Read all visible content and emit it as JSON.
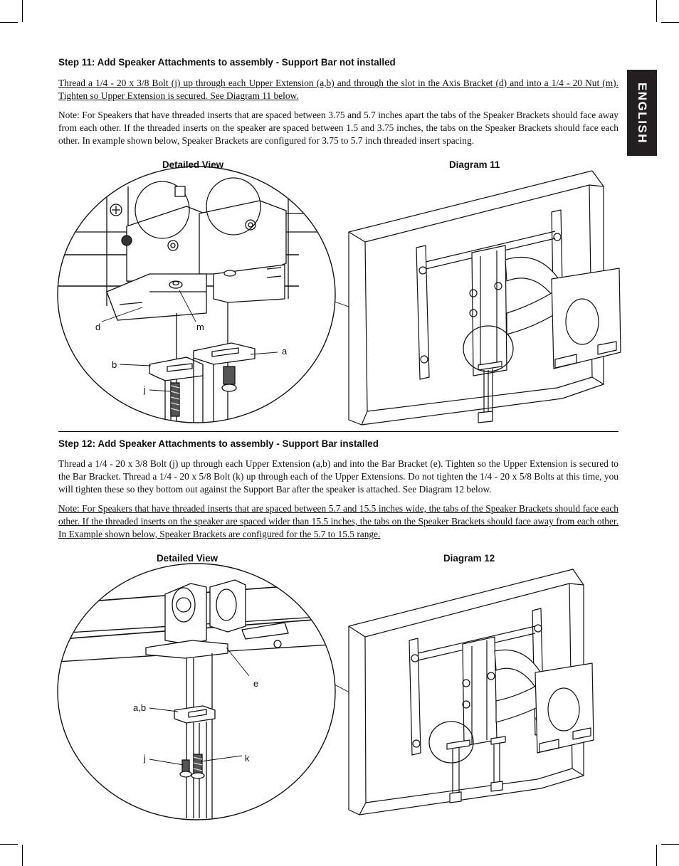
{
  "side_tab": {
    "label": "ENGLISH"
  },
  "step11": {
    "heading": "Step 11: Add Speaker Attachments to assembly - Support Bar not installed",
    "para1": "Thread a 1/4 - 20 x 3/8 Bolt (j) up through each Upper Extension (a,b) and through the slot in the Axis Bracket (d) and into a 1/4 - 20 Nut (m). Tighten so Upper Extension is secured. See Diagram 11 below.",
    "para2": "Note: For Speakers that have threaded inserts that are spaced between 3.75 and 5.7 inches apart the tabs of the Speaker Brackets should face away from each other. If the threaded inserts on the speaker are spaced between 1.5 and 3.75 inches, the tabs on the Speaker Brackets should face each other. In example shown below, Speaker Brackets are configured for 3.75 to 5.7 inch threaded insert spacing.",
    "detail_caption": "Detailed View",
    "diagram_caption": "Diagram 11",
    "labels": {
      "d": "d",
      "m": "m",
      "a": "a",
      "b": "b",
      "j": "j"
    }
  },
  "step12": {
    "heading": "Step 12: Add Speaker Attachments to assembly - Support Bar installed",
    "para1": "Thread a 1/4 - 20 x 3/8 Bolt (j) up through each Upper Extension (a,b) and into the Bar Bracket (e). Tighten so the Upper Extension is secured to the Bar Bracket. Thread a 1/4 - 20 x 5/8 Bolt (k) up through each of the Upper Extensions. Do not tighten the 1/4 - 20 x 5/8 Bolts at this time, you will tighten these so they bottom out against the Support Bar after the speaker is attached. See Diagram 12 below.",
    "para2": "Note: For Speakers that have threaded inserts that are spaced between 5.7 and 15.5 inches wide, the tabs of the Speaker Brackets should face each other. If the threaded inserts on the speaker are spaced wider than 15.5 inches, the tabs on the Speaker Brackets should face away from each other. In Example shown below, Speaker Brackets are configured for the 5.7 to 15.5 range.",
    "detail_caption": "Detailed View",
    "diagram_caption": "Diagram 12",
    "labels": {
      "e": "e",
      "ab": "a,b",
      "j": "j",
      "k": "k"
    }
  }
}
